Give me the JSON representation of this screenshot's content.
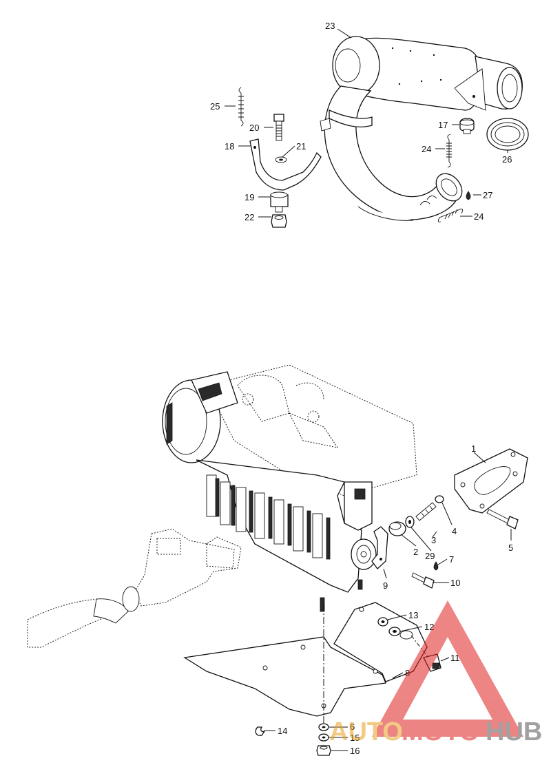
{
  "callouts": {
    "c1": "1",
    "c2": "2",
    "c3": "3",
    "c4": "4",
    "c5": "5",
    "c6": "6",
    "c7": "7",
    "c8": "8",
    "c9": "9",
    "c10": "10",
    "c11": "11",
    "c12": "12",
    "c13": "13",
    "c14": "14",
    "c15": "15",
    "c16": "16",
    "c17": "17",
    "c18": "18",
    "c19": "19",
    "c20": "20",
    "c21": "21",
    "c22": "22",
    "c23": "23",
    "c24a": "24",
    "c24b": "24",
    "c25": "25",
    "c26": "26",
    "c27": "27",
    "c29": "29"
  },
  "watermark": {
    "text_auto": "AUTO",
    "text_moto": "MOTO",
    "text_hub": "HUB",
    "color_red": "#e02020",
    "color_dark": "#555555",
    "icon": "warning-triangle-icon"
  }
}
